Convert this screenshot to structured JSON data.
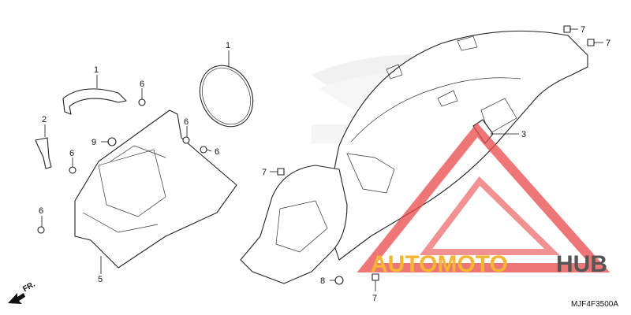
{
  "callouts": [
    {
      "num": "1",
      "part": "band-left"
    },
    {
      "num": "1",
      "part": "band-right"
    },
    {
      "num": "2",
      "part": "clip"
    },
    {
      "num": "3",
      "part": "reflector"
    },
    {
      "num": "5",
      "part": "inner-fender"
    },
    {
      "num": "6",
      "part": "screw-a"
    },
    {
      "num": "6",
      "part": "screw-b"
    },
    {
      "num": "6",
      "part": "screw-c"
    },
    {
      "num": "6",
      "part": "screw-d"
    },
    {
      "num": "6",
      "part": "screw-e"
    },
    {
      "num": "7",
      "part": "clip-nut-a"
    },
    {
      "num": "7",
      "part": "clip-nut-b"
    },
    {
      "num": "7",
      "part": "clip-nut-c"
    },
    {
      "num": "7",
      "part": "clip-nut-d"
    },
    {
      "num": "8",
      "part": "bolt"
    },
    {
      "num": "9",
      "part": "grommet"
    }
  ],
  "direction_label": "FR.",
  "diagram_code": "MJF4F3500A",
  "watermark": {
    "left": "AUTOMOTO",
    "right": "HUB"
  },
  "colors": {
    "line": "#222222",
    "watermark_accent": "#f2b632",
    "watermark_dark": "#555555",
    "logo_red": "#e8484a"
  }
}
